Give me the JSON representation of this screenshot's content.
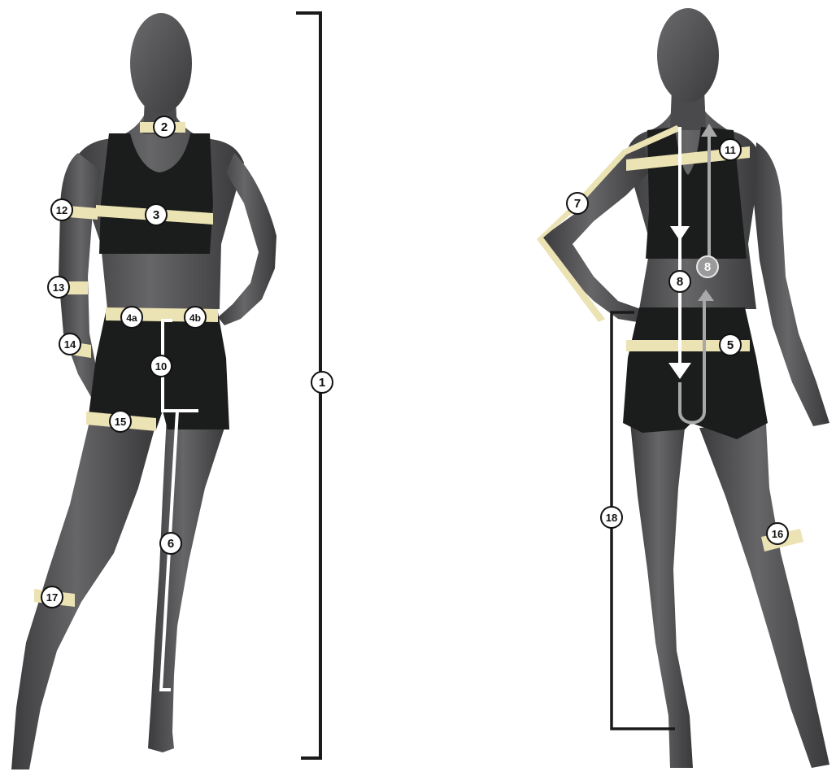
{
  "colors": {
    "mannequin": "#555557",
    "mannequin_shade": "#3c3c3e",
    "clothing": "#1b1c1c",
    "tape": "#ece3b4",
    "marker_fill": "#ffffff",
    "marker_text": "#111111",
    "marker_gray": "#9a9a9a",
    "line_white": "#ffffff",
    "line_dark": "#1a1a1a",
    "arrow_gray": "#a8a8a8"
  },
  "markers": {
    "m1": "1",
    "m2": "2",
    "m3": "3",
    "m4a": "4a",
    "m4b": "4b",
    "m5": "5",
    "m6": "6",
    "m7": "7",
    "m8": "8",
    "m8b": "8",
    "m10": "10",
    "m11": "11",
    "m12": "12",
    "m13": "13",
    "m14": "14",
    "m15": "15",
    "m16": "16",
    "m17": "17",
    "m18": "18"
  }
}
